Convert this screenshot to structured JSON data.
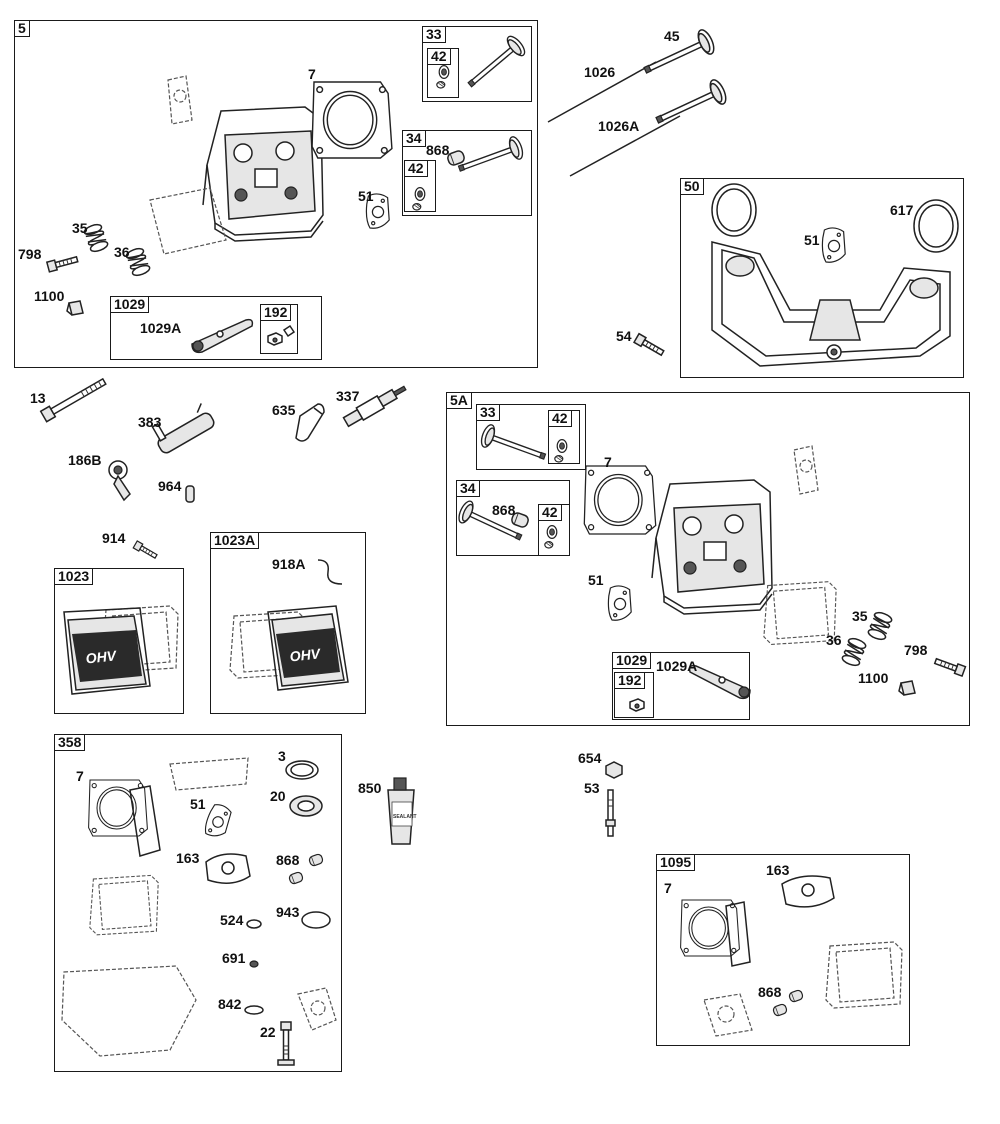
{
  "boxes": {
    "b5": "5",
    "b33": "33",
    "b33_42": "42",
    "b34": "34",
    "b34_42": "42",
    "b1029": "1029",
    "b1029_192": "192",
    "b50": "50",
    "b5A": "5A",
    "b5A_33": "33",
    "b5A_33_42": "42",
    "b5A_34": "34",
    "b5A_34_42": "42",
    "b5A_1029": "1029",
    "b5A_1029_192": "192",
    "b1023": "1023",
    "b1023A": "1023A",
    "b358": "358",
    "b1095": "1095"
  },
  "labels": {
    "l7a": "7",
    "l45": "45",
    "l1026": "1026",
    "l1026A": "1026A",
    "l868a": "868",
    "l51a": "51",
    "l35a": "35",
    "l36a": "36",
    "l798a": "798",
    "l1100a": "1100",
    "l1029Aa": "1029A",
    "l51b": "51",
    "l617": "617",
    "l54": "54",
    "l13": "13",
    "l383": "383",
    "l635": "635",
    "l337": "337",
    "l186B": "186B",
    "l964": "964",
    "l914": "914",
    "l918A": "918A",
    "l7b": "7",
    "l868b": "868",
    "l51c": "51",
    "l35b": "35",
    "l36b": "36",
    "l798b": "798",
    "l1100b": "1100",
    "l1029Ab": "1029A",
    "l7c": "7",
    "l3": "3",
    "l51d": "51",
    "l20": "20",
    "l163a": "163",
    "l868c": "868",
    "l524": "524",
    "l943": "943",
    "l691": "691",
    "l842": "842",
    "l22": "22",
    "l850": "850",
    "l654": "654",
    "l53": "53",
    "l7d": "7",
    "l163b": "163",
    "l868d": "868"
  },
  "cover_text": "OHV",
  "tube_text": "SEALANT"
}
